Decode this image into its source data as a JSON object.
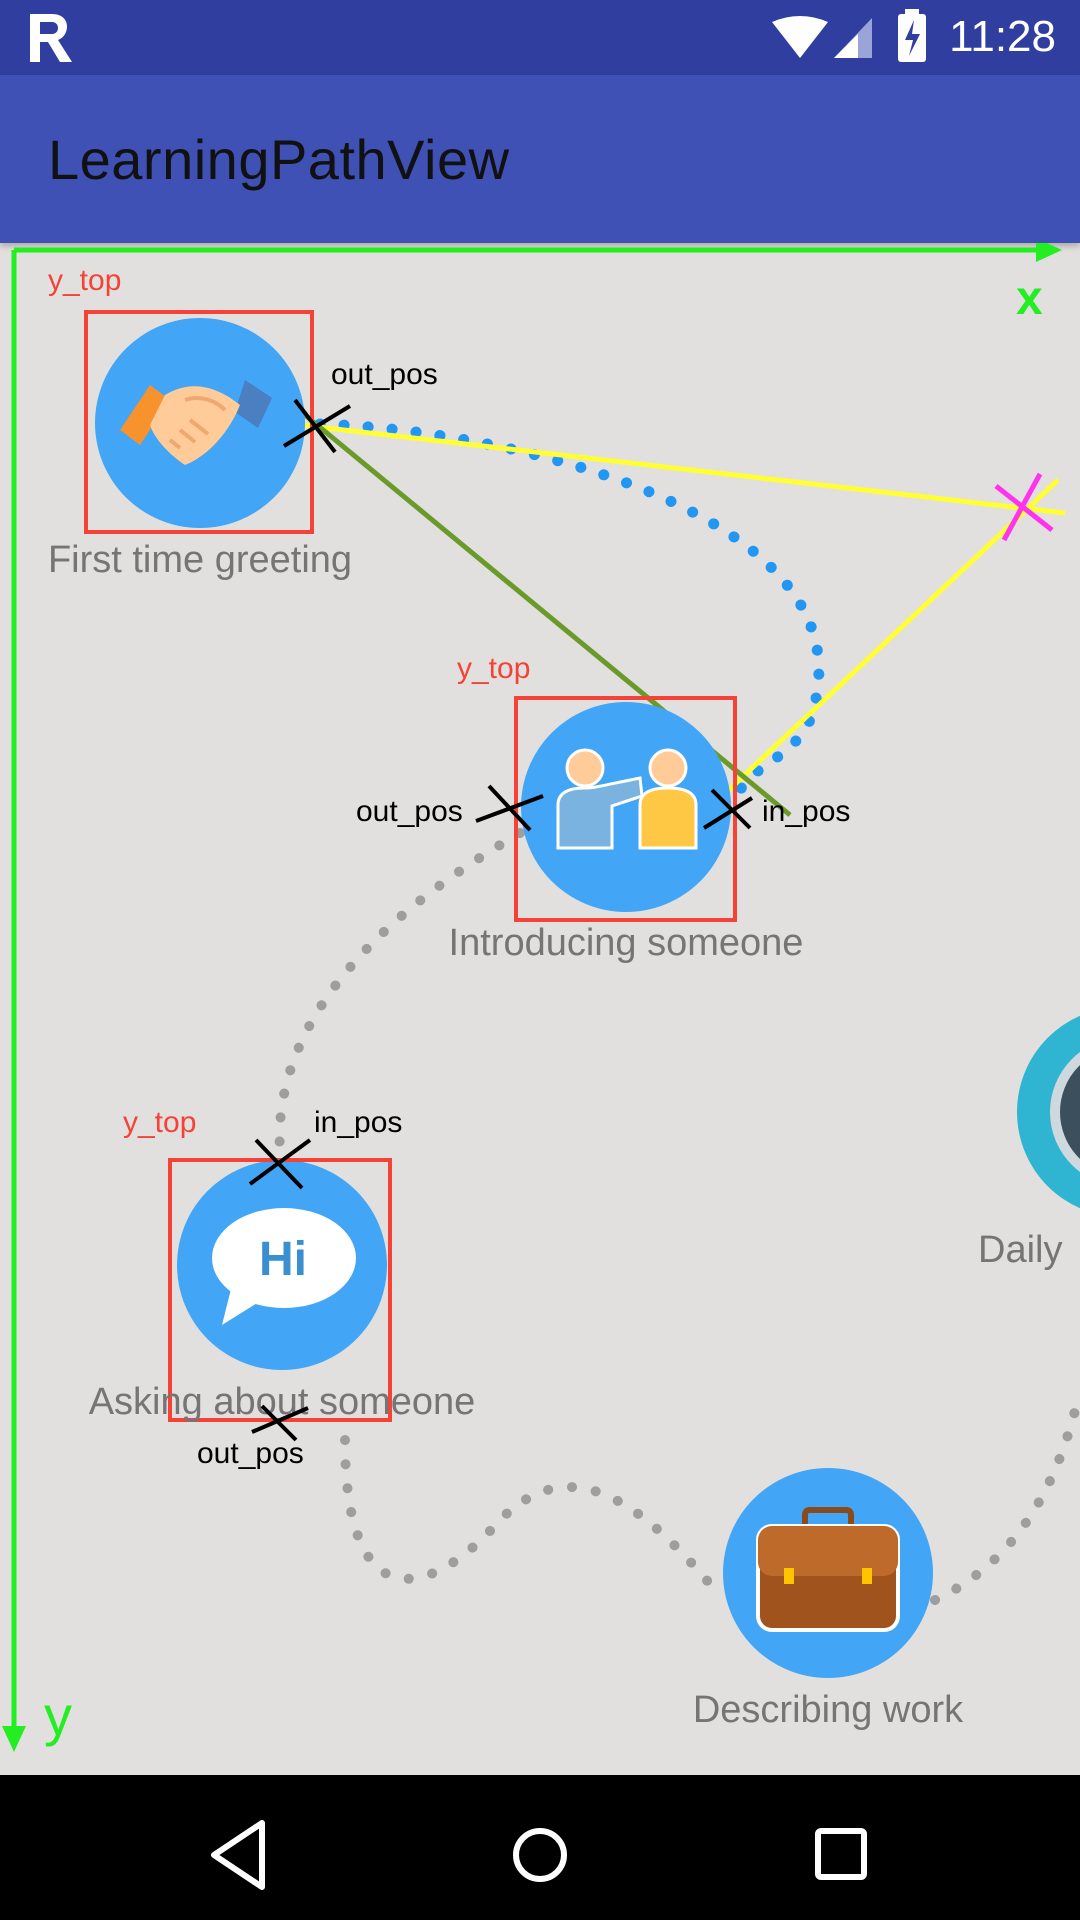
{
  "status_bar": {
    "time": "11:28",
    "icons": [
      "app-logo-icon",
      "wifi-icon",
      "cell-signal-icon",
      "battery-charging-icon"
    ]
  },
  "app_bar": {
    "title": "LearningPathView"
  },
  "axes": {
    "x_label": "x",
    "y_label": "y"
  },
  "annotations": {
    "y_top": "y_top",
    "out_pos": "out_pos",
    "in_pos": "in_pos"
  },
  "lessons": [
    {
      "title": "First time greeting",
      "icon": "handshake-icon"
    },
    {
      "title": "Introducing someone",
      "icon": "two-people-icon"
    },
    {
      "title": "Asking about someone",
      "icon": "hi-speech-bubble-icon"
    },
    {
      "title": "Describing work",
      "icon": "briefcase-icon"
    },
    {
      "title": "Daily",
      "icon": "clock-icon"
    }
  ],
  "colors": {
    "status_bar": "#303f9f",
    "app_bar": "#3f51b5",
    "canvas_bg": "#e2e0df",
    "node_circle": "#42a5f5",
    "axis_green": "#22ee22",
    "bounding_box_red": "#f44336",
    "helper_yellow": "#ffff33",
    "helper_green_line": "#6a9a2a",
    "control_point_magenta": "#ff33ee",
    "path_gray": "#9e9e9e",
    "path_blue_active": "#2196f3"
  },
  "nav_bar": {
    "icons": [
      "back-icon",
      "home-icon",
      "recents-icon"
    ]
  }
}
